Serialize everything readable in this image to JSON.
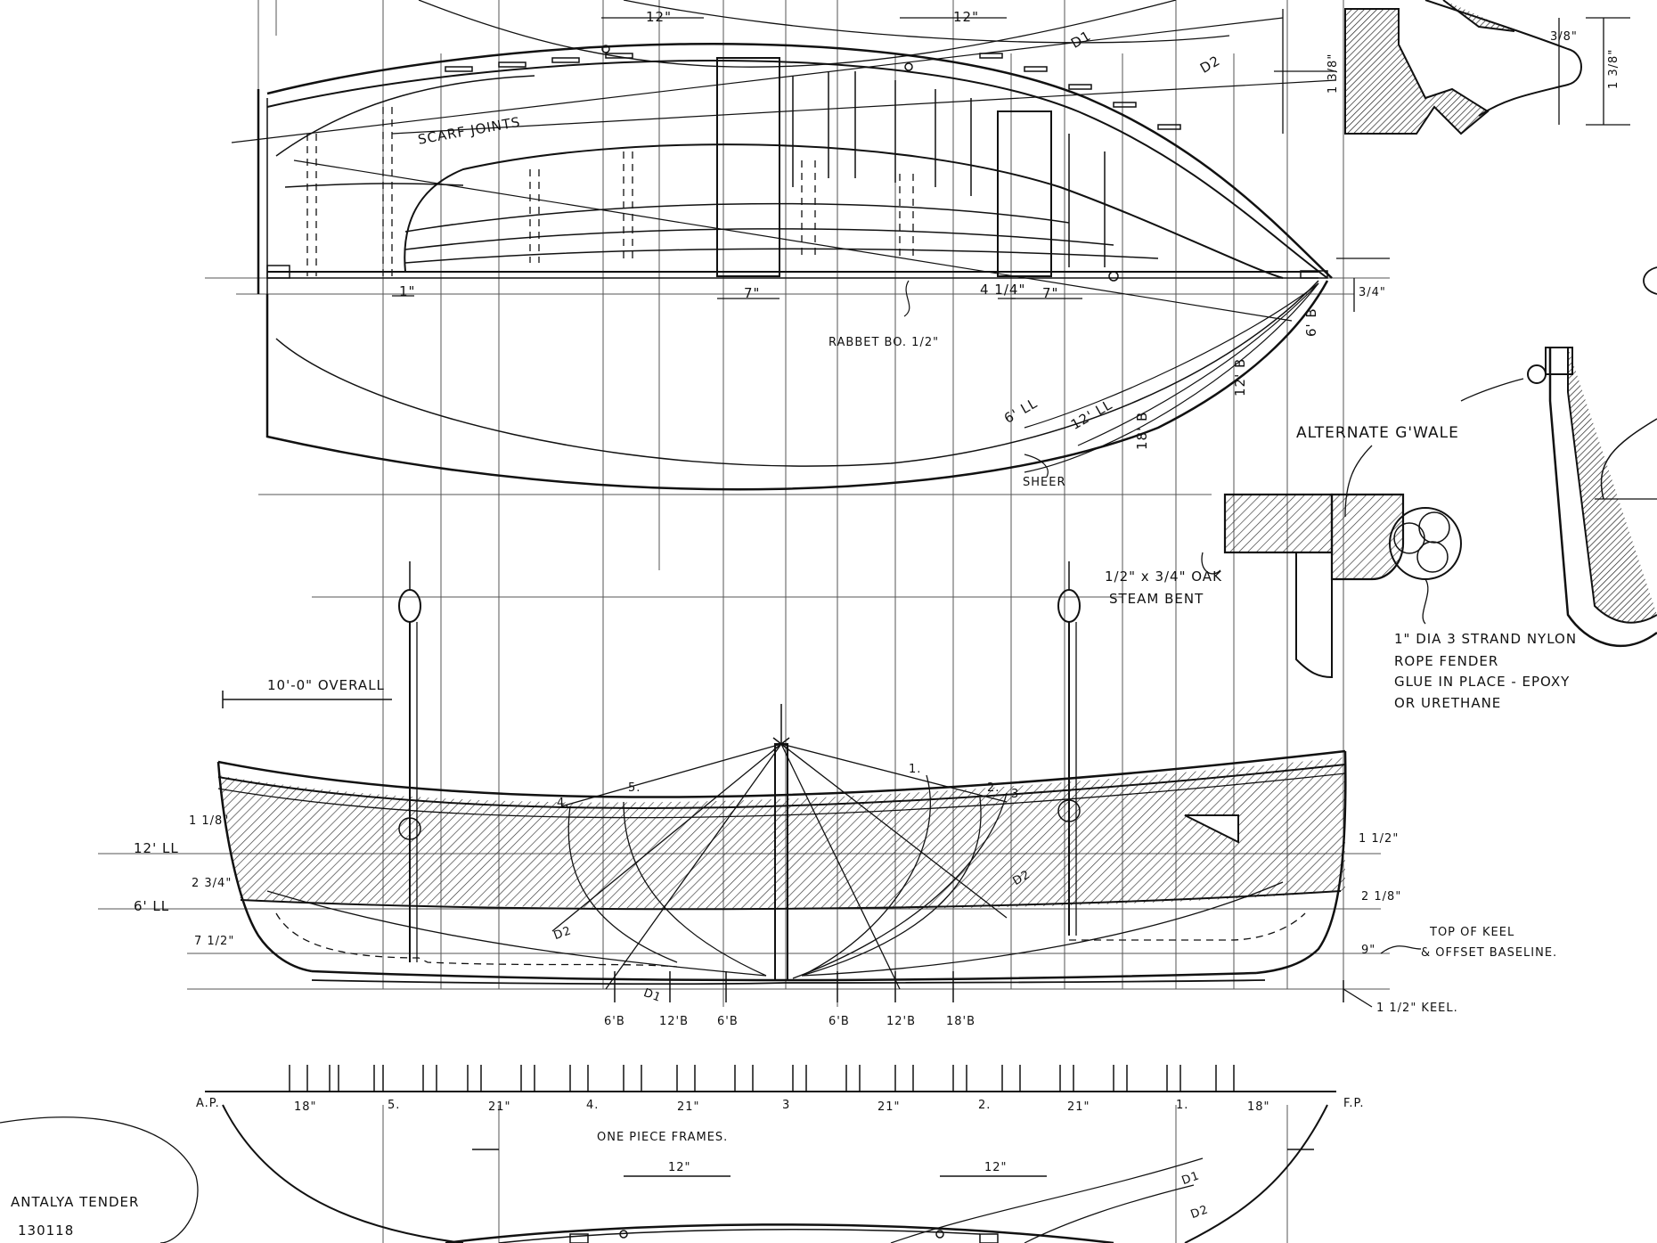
{
  "plan_view": {
    "dims": {
      "top_left": "12\"",
      "top_right": "12\"",
      "d1": "D1",
      "d2": "D2",
      "bottom_left": "1\"",
      "bottom_mid1": "7\"",
      "bottom_mid2": "4 1/4\"",
      "bottom_mid3": "7\""
    },
    "labels": {
      "scarf_joints": "SCARF JOINTS",
      "rabbet": "RABBET BO. 1/2\"",
      "six_ll": "6' LL",
      "twelve_ll": "12' LL",
      "eighteen_b": "18' B",
      "sheer": "SHEER",
      "six_b": "6' B",
      "twelve_b": "12' B",
      "three_quarter": "3/4\""
    }
  },
  "sections": {
    "dims": {
      "a": "1 3/8\"",
      "b": "1 3/8\"",
      "c": "3/8\""
    },
    "alternate_gwale": "ALTERNATE G'WALE",
    "steam_bent": [
      "1/2\" x 3/4\" OAK",
      "STEAM BENT"
    ],
    "fender_note": [
      "1\" DIA 3 STRAND NYLON",
      "ROPE FENDER",
      "GLUE IN PLACE - EPOXY",
      "OR URETHANE"
    ]
  },
  "profile_view": {
    "overall": "10'-0\" OVERALL",
    "waterlines": {
      "twelve_ll": "12' LL",
      "six_ll": "6' LL"
    },
    "left_dims": {
      "a": "1 1/8\"",
      "b": "2 3/4\"",
      "c": "7 1/2\""
    },
    "right_dims": {
      "a": "1 1/2\"",
      "b": "2 1/8\"",
      "c": "9\""
    },
    "station_marks": {
      "s4": "4.",
      "s5": "5.",
      "s1": "1.",
      "s2": "2.",
      "s3": "3"
    },
    "diagonals": {
      "d1": "D1",
      "d2": "D2",
      "d2b": "D2"
    },
    "top_of_keel": [
      "TOP OF KEEL",
      "& OFFSET BASELINE."
    ],
    "keel": "1 1/2\" KEEL.",
    "buttocks": [
      "6'B",
      "12'B",
      "6'B",
      "6'B",
      "12'B",
      "18'B"
    ]
  },
  "frames_scale": {
    "ap": "A.P.",
    "fp": "F.P.",
    "stations": [
      "5.",
      "4.",
      "3",
      "2.",
      "1."
    ],
    "spacings": [
      "18\"",
      "21\"",
      "21\"",
      "21\"",
      "21\"",
      "18\""
    ],
    "one_piece_frames": "ONE PIECE FRAMES."
  },
  "lower_plan": {
    "dim_left": "12\"",
    "dim_right": "12\"",
    "d1": "D1",
    "d2": "D2"
  },
  "title_block": {
    "name": "ANTALYA TENDER",
    "number": "130118"
  }
}
